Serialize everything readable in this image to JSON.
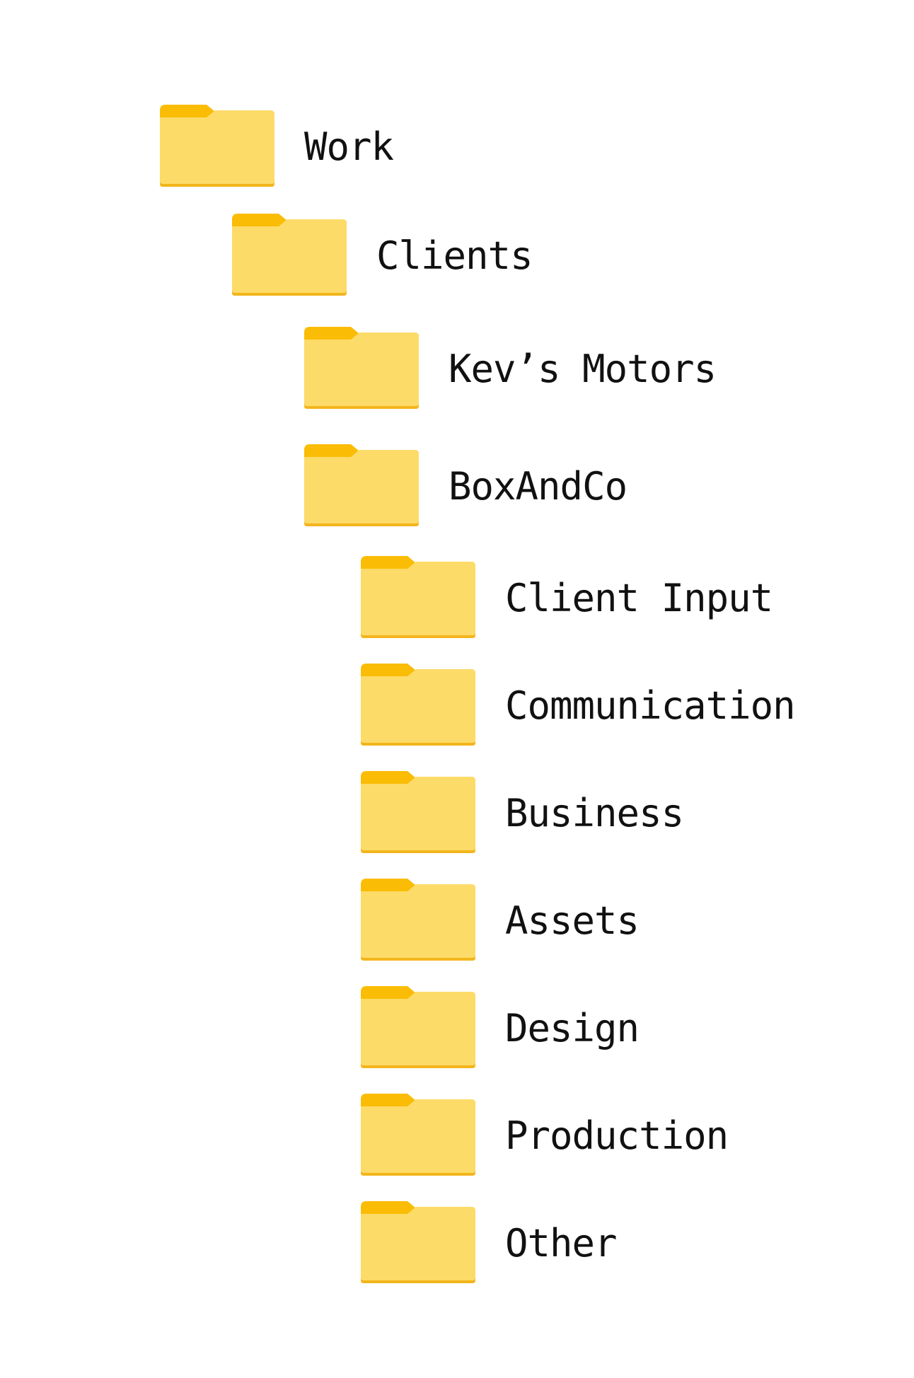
{
  "colors": {
    "folder_tab": "#FBBC05",
    "folder_body": "#FDDB68",
    "folder_shadow": "#F3B51C",
    "text": "#111111",
    "background": "#FFFFFF"
  },
  "tree": {
    "items": [
      {
        "label": "Work",
        "depth": 0,
        "icon": "folder-icon"
      },
      {
        "label": "Clients",
        "depth": 1,
        "icon": "folder-icon"
      },
      {
        "label": "Kev’s Motors",
        "depth": 2,
        "icon": "folder-icon"
      },
      {
        "label": "BoxAndCo",
        "depth": 2,
        "icon": "folder-icon"
      },
      {
        "label": "Client Input",
        "depth": 3,
        "icon": "folder-icon"
      },
      {
        "label": "Communication",
        "depth": 3,
        "icon": "folder-icon"
      },
      {
        "label": "Business",
        "depth": 3,
        "icon": "folder-icon"
      },
      {
        "label": "Assets",
        "depth": 3,
        "icon": "folder-icon"
      },
      {
        "label": "Design",
        "depth": 3,
        "icon": "folder-icon"
      },
      {
        "label": "Production",
        "depth": 3,
        "icon": "folder-icon"
      },
      {
        "label": "Other",
        "depth": 3,
        "icon": "folder-icon"
      }
    ]
  }
}
